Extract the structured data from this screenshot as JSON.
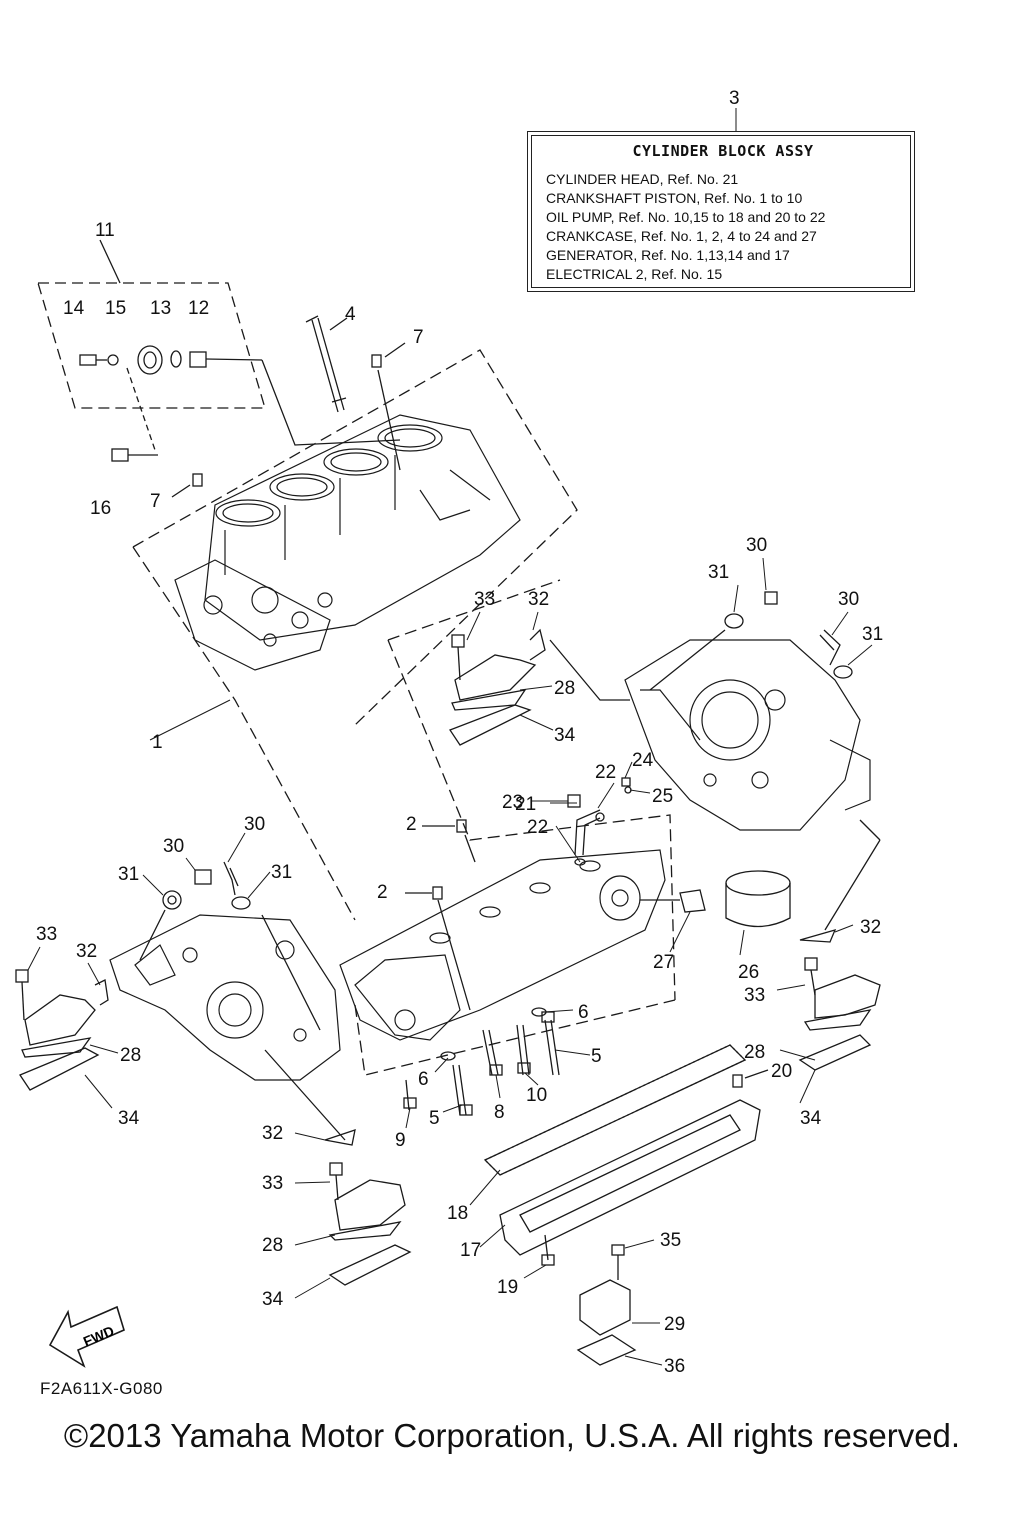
{
  "info_box": {
    "ref_label": "3",
    "title": "CYLINDER BLOCK ASSY",
    "lines": [
      "CYLINDER HEAD, Ref. No. 21",
      "CRANKSHAFT PISTON, Ref. No. 1 to 10",
      "OIL PUMP, Ref. No. 10,15 to 18 and 20 to 22",
      "CRANKCASE, Ref. No. 1, 2, 4 to 24 and 27",
      "GENERATOR, Ref. No. 1,13,14 and 17",
      "ELECTRICAL 2,  Ref. No. 15"
    ]
  },
  "labels": [
    "11",
    "14",
    "15",
    "13",
    "12",
    "4",
    "7",
    "16",
    "7",
    "1",
    "33",
    "32",
    "28",
    "34",
    "30",
    "31",
    "30",
    "31",
    "23",
    "22",
    "24",
    "21",
    "25",
    "22",
    "2",
    "2",
    "30",
    "30",
    "31",
    "31",
    "33",
    "32",
    "28",
    "34",
    "32",
    "26",
    "27",
    "33",
    "6",
    "5",
    "28",
    "20",
    "6",
    "5",
    "8",
    "10",
    "9",
    "34",
    "32",
    "33",
    "28",
    "18",
    "17",
    "35",
    "19",
    "34",
    "29",
    "36"
  ],
  "fwd_label": "FWD",
  "diagram_code": "F2A611X-G080",
  "copyright": "©2013 Yamaha Motor Corporation, U.S.A. All rights reserved.",
  "colors": {
    "line": "#1a1a1a",
    "background": "#ffffff"
  }
}
